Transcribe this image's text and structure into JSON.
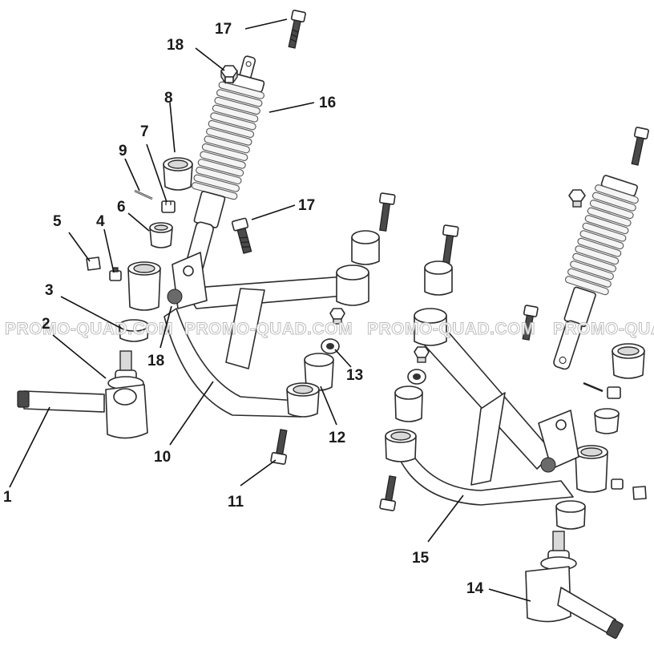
{
  "watermark": {
    "text_left": "PROMO-QUAD.COM",
    "text_center": "PROMO-QUAD.COM",
    "text_right": "PROMO-QUAD.COM",
    "text_edge": "PROMO-QUA"
  },
  "callouts": {
    "c1": "1",
    "c2": "2",
    "c3": "3",
    "c4": "4",
    "c5": "5",
    "c6": "6",
    "c7": "7",
    "c8": "8",
    "c9": "9",
    "c10": "10",
    "c11": "11",
    "c12": "12",
    "c13": "13",
    "c14": "14",
    "c15": "15",
    "c16": "16",
    "c17a": "17",
    "c17b": "17",
    "c18a": "18",
    "c18b": "18"
  }
}
